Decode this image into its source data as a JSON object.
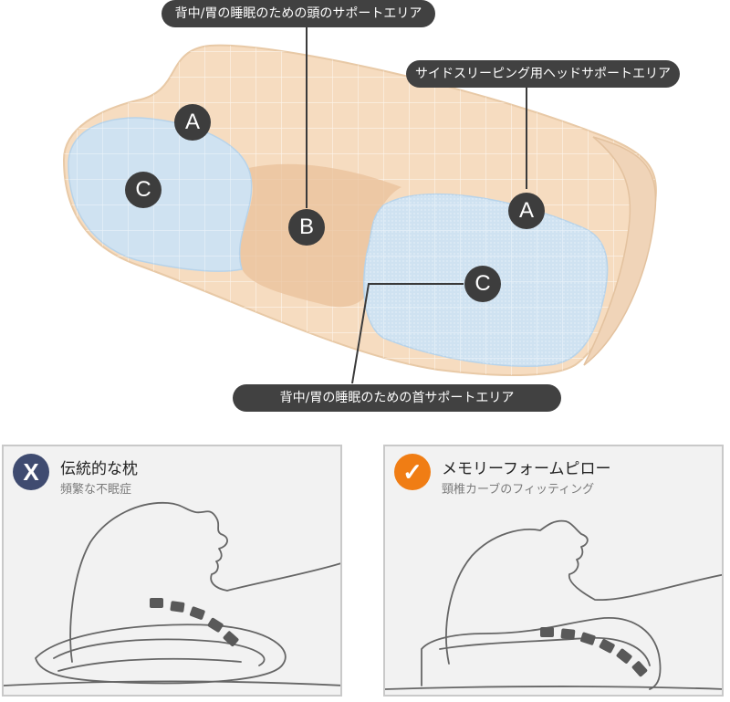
{
  "callouts": {
    "head_support": "背中/胃の睡眠のための頭のサポートエリア",
    "side_support": "サイドスリーピング用ヘッドサポートエリア",
    "neck_support": "背中/胃の睡眠のための首サポートエリア"
  },
  "markers": {
    "a_left": "A",
    "a_right": "A",
    "b_center": "B",
    "c_left": "C",
    "c_right": "C"
  },
  "comparison": {
    "traditional": {
      "badge_icon": "x-icon",
      "badge_glyph": "X",
      "badge_color": "#3f4b70",
      "title": "伝統的な枕",
      "subtitle": "頻繁な不眠症"
    },
    "memory_foam": {
      "badge_icon": "check-icon",
      "badge_glyph": "✓",
      "badge_color": "#f07d14",
      "title": "メモリーフォームピロー",
      "subtitle": "頸椎カーブのフィッティング"
    }
  },
  "colors": {
    "pillow_peach": "#f6dcc0",
    "pillow_blue": "#cfe2f1",
    "dark_label": "#414141"
  }
}
